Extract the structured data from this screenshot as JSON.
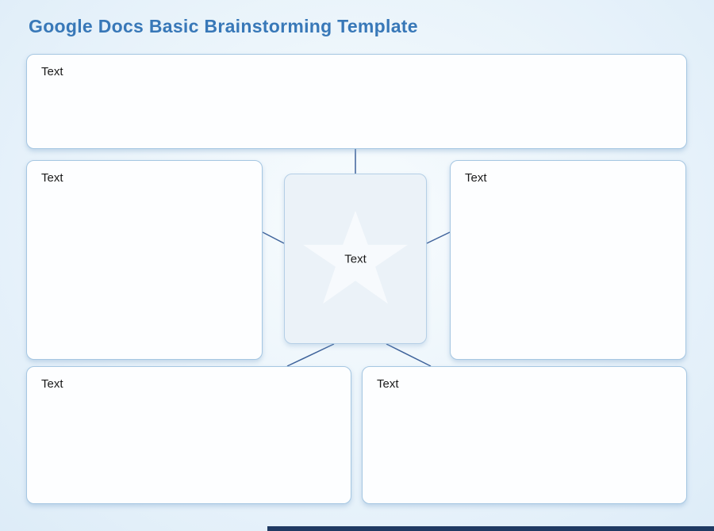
{
  "page": {
    "title": "Google Docs Basic Brainstorming Template"
  },
  "diagram": {
    "center": {
      "label": "Text",
      "icon": "star-icon"
    },
    "nodes": [
      {
        "id": "top",
        "label": "Text"
      },
      {
        "id": "left",
        "label": "Text"
      },
      {
        "id": "right",
        "label": "Text"
      },
      {
        "id": "bottom_left",
        "label": "Text"
      },
      {
        "id": "bottom_right",
        "label": "Text"
      }
    ],
    "connector_count": 5
  },
  "colors": {
    "title": "#3878b8",
    "box_fill": "#fdfeff",
    "box_border": "#a6c7e2",
    "center_fill": "#ebf2f8",
    "center_border": "#b5cfe6",
    "star": "#f7fafd",
    "connector": "#3f639b",
    "background": "#e4f0f9",
    "footer_bar": "#1f3a63"
  }
}
